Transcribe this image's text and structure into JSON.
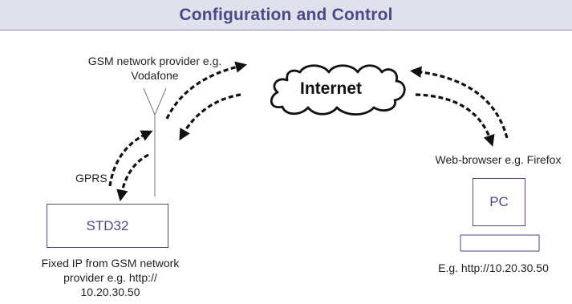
{
  "header": {
    "title": "Configuration and Control"
  },
  "gsm": {
    "label_line1": "GSM network provider e.g.",
    "label_line2": "Vodafone"
  },
  "internet": {
    "label": "Internet"
  },
  "gprs": {
    "label": "GPRS"
  },
  "std32": {
    "label": "STD32",
    "note_line1": "Fixed IP from GSM network",
    "note_line2": "provider e.g. http://",
    "note_line3": "10.20.30.50"
  },
  "browser": {
    "label": "Web-browser e.g. Firefox"
  },
  "pc": {
    "label": "PC",
    "address": "E.g. http://10.20.30.50"
  },
  "colors": {
    "accent": "#4a4a86",
    "header_bg": "#e1e1ed",
    "arrow": "#111111"
  }
}
